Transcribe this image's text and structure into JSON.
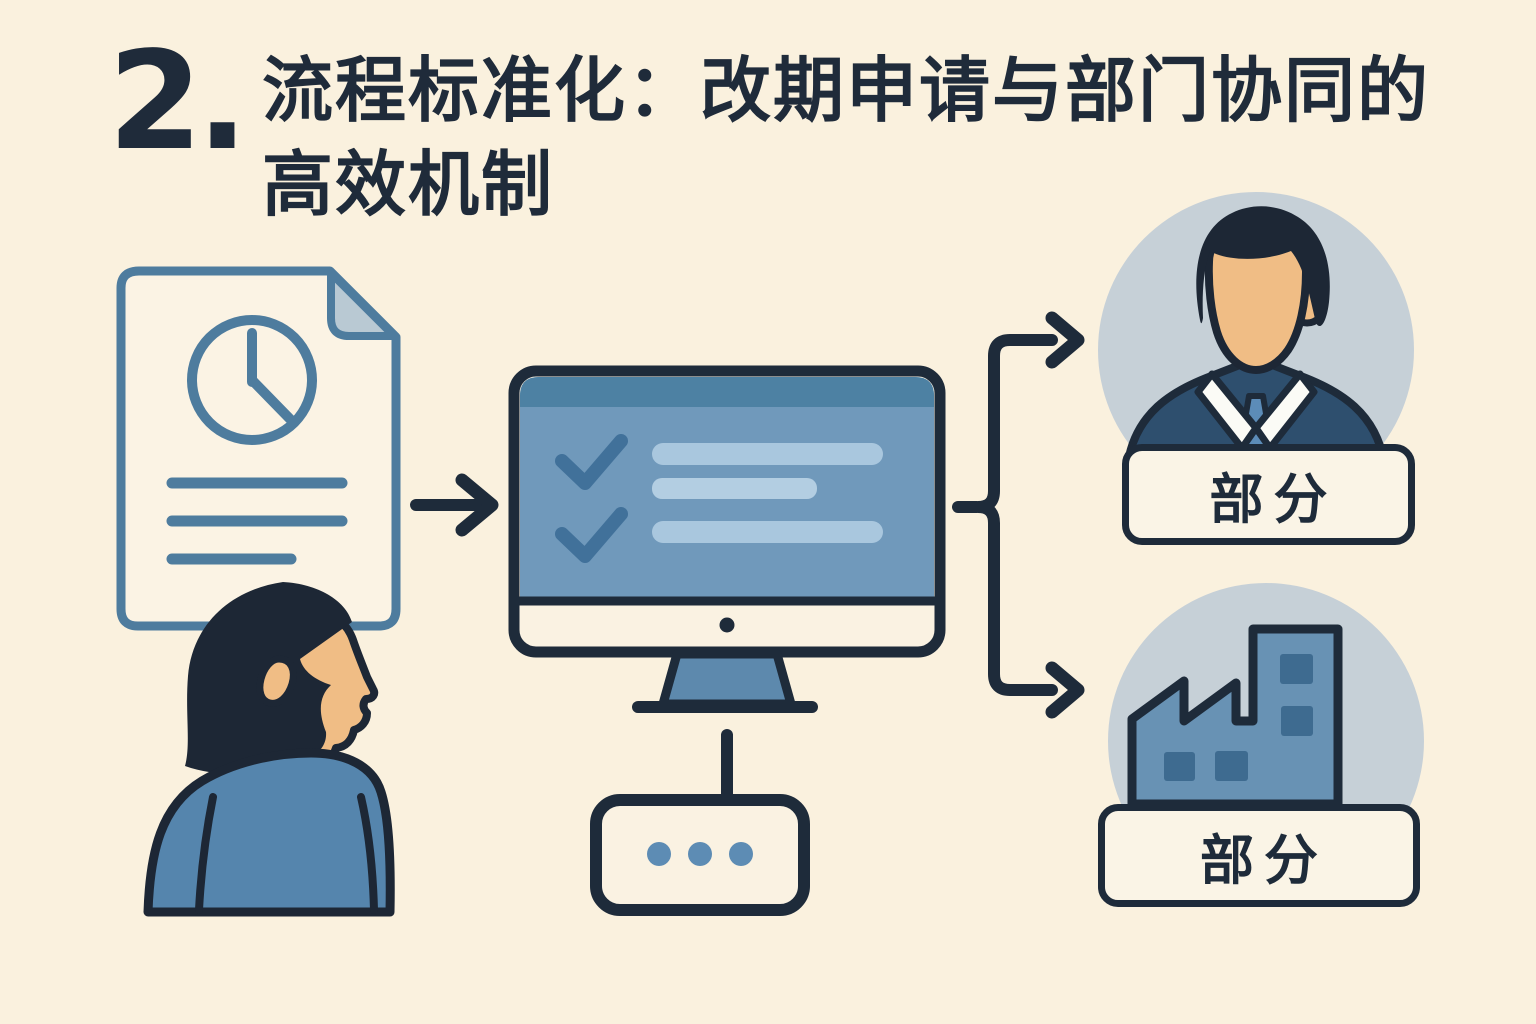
{
  "background_color": "#FAF1DE",
  "title": {
    "number": "2.",
    "line1": "流程标准化：改期申请与部门协同的",
    "line2": "高效机制"
  },
  "labels": {
    "department_top": "部分",
    "department_bottom": "部分"
  },
  "icons": {
    "source": "document-with-clock-icon",
    "applicant": "woman-profile-illustration",
    "flow_arrow": "right-arrow-icon",
    "system": "monitor-checklist-illustration",
    "pending": "ellipsis-dots-box",
    "branch": "split-brace-arrows",
    "department_top": "manager-avatar",
    "department_bottom": "factory-building-icon"
  },
  "colors": {
    "ink_navy": "#1E2B3A",
    "steel_blue": "#4E7C9E",
    "screen_blue": "#7099BB",
    "screen_topbar": "#4D81A3",
    "check_blue": "#41719A",
    "bar_light_blue": "#A9C7DE",
    "stand_blue": "#5D89AD",
    "dot_blue": "#5D8CB4",
    "avatar_circle": "#C6D0D7",
    "skin_tan": "#F0BD85",
    "hair_navy": "#1D2735",
    "shirt_blue": "#5585AD",
    "suit_navy": "#2E4F6E",
    "tie_blue": "#5C8CB8",
    "fold_gray": "#B9C9D3",
    "cream": "#FAF2E2"
  }
}
